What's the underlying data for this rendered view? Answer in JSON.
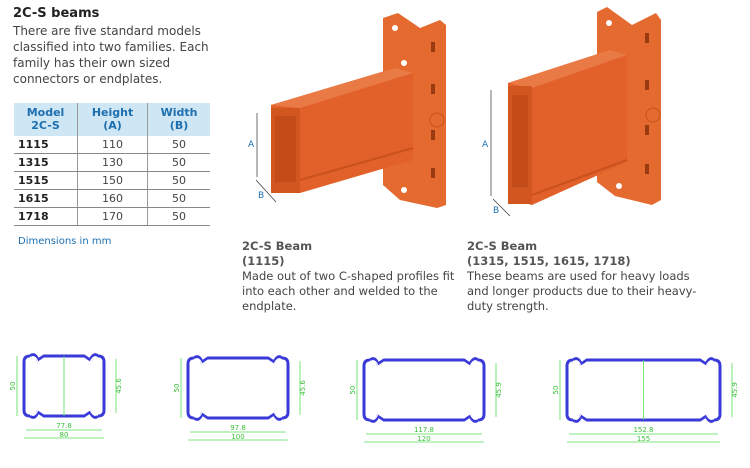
{
  "title": "2C-S beams",
  "intro": "There are five standard models classified into two families. Each family has their own sized connectors or endplates.",
  "table": {
    "headers": [
      [
        "Model",
        "2C-S"
      ],
      [
        "Height",
        "(A)"
      ],
      [
        "Width",
        "(B)"
      ]
    ],
    "rows": [
      [
        "1115",
        "110",
        "50"
      ],
      [
        "1315",
        "130",
        "50"
      ],
      [
        "1515",
        "150",
        "50"
      ],
      [
        "1615",
        "160",
        "50"
      ],
      [
        "1718",
        "170",
        "50"
      ]
    ]
  },
  "dimensions_note": "Dimensions in mm",
  "beams": [
    {
      "name": "2C-S Beam",
      "models": "(1115)",
      "description": "Made out of two C-shaped profiles fit into each other and welded to the endplate.",
      "label_a": "A",
      "label_b": "B"
    },
    {
      "name": "2C-S Beam",
      "models": "(1315, 1515, 1615, 1718)",
      "description": "These beams are used for heavy loads and longer products due to their heavy-duty strength.",
      "label_a": "A",
      "label_b": "B"
    }
  ],
  "profiles": [
    {
      "height": "50",
      "inner_height": "45.6",
      "inner_width": "77.8",
      "width": "80"
    },
    {
      "height": "50",
      "inner_height": "45.6",
      "inner_width": "97.8",
      "width": "100"
    },
    {
      "height": "50",
      "inner_height": "45.9",
      "inner_width": "117.8",
      "width": "120"
    },
    {
      "height": "50",
      "inner_height": "45.9",
      "inner_width": "152.8",
      "width": "155"
    }
  ],
  "colors": {
    "beam": "#e2602a",
    "profile": "#3a3ad8",
    "dimension": "#55dd55",
    "header_bg": "#cfe6f4",
    "accent": "#1d6fb0"
  }
}
